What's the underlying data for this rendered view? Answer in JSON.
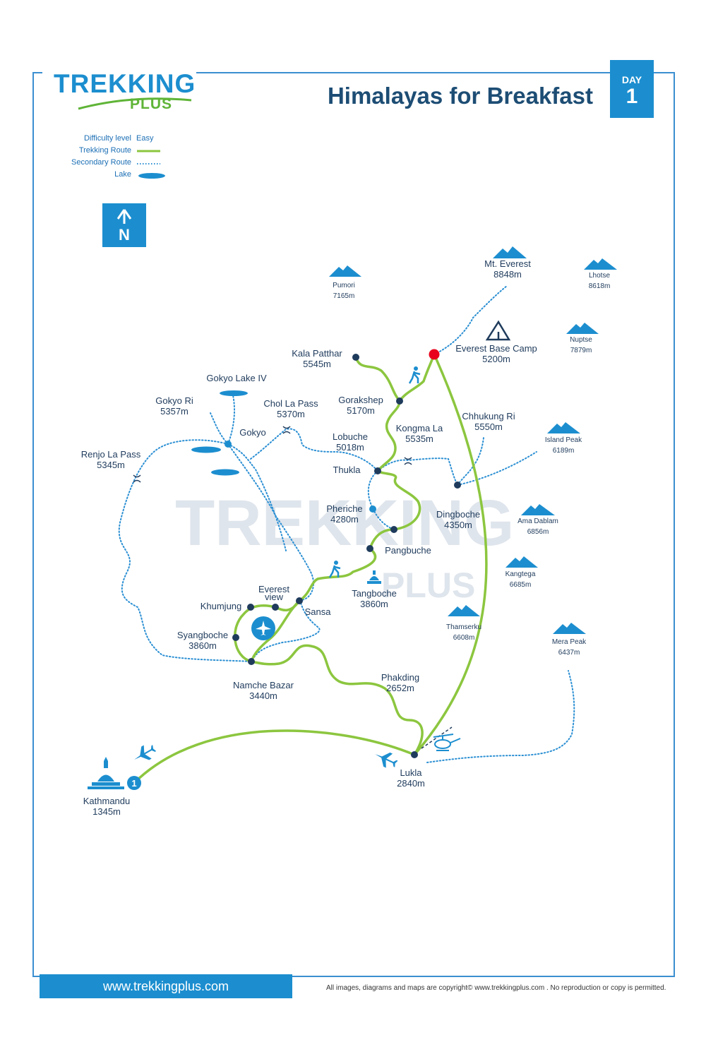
{
  "header": {
    "logo_main": "TREKKING",
    "logo_sub": "PLUS",
    "title": "Himalayas for Breakfast",
    "day_label": "DAY",
    "day_number": "1"
  },
  "legend": {
    "difficulty_label": "Difficulty level",
    "difficulty_value": "Easy",
    "trekking_route": "Trekking Route",
    "secondary_route": "Secondary Route",
    "lake": "Lake"
  },
  "compass": {
    "label": "N"
  },
  "watermark": {
    "main": "TREKKING",
    "sub": "PLUS"
  },
  "places": {
    "kala_patthar": {
      "name": "Kala Patthar",
      "alt": "5545m"
    },
    "everest_base_camp": {
      "name": "Everest Base Camp",
      "alt": "5200m"
    },
    "gorakshep": {
      "name": "Gorakshep",
      "alt": "5170m"
    },
    "gokyo_lake_iv": {
      "name": "Gokyo Lake IV"
    },
    "gokyo_ri": {
      "name": "Gokyo Ri",
      "alt": "5357m"
    },
    "chol_la_pass": {
      "name": "Chol La Pass",
      "alt": "5370m"
    },
    "gokyo": {
      "name": "Gokyo"
    },
    "kongma_la": {
      "name": "Kongma La",
      "alt": "5535m"
    },
    "chhukung_ri": {
      "name": "Chhukung Ri",
      "alt": "5550m"
    },
    "lobuche": {
      "name": "Lobuche",
      "alt": "5018m"
    },
    "renjo_la_pass": {
      "name": "Renjo La Pass",
      "alt": "5345m"
    },
    "thukla": {
      "name": "Thukla"
    },
    "pheriche": {
      "name": "Pheriche",
      "alt": "4280m"
    },
    "dingboche": {
      "name": "Dingboche",
      "alt": "4350m"
    },
    "pangbuche": {
      "name": "Pangbuche"
    },
    "everest_view": {
      "name": "Everest",
      "name2": "view"
    },
    "tangboche": {
      "name": "Tangboche",
      "alt": "3860m"
    },
    "khumjung": {
      "name": "Khumjung"
    },
    "sansa": {
      "name": "Sansa"
    },
    "syangboche": {
      "name": "Syangboche",
      "alt": "3860m"
    },
    "namche_bazar": {
      "name": "Namche Bazar",
      "alt": "3440m"
    },
    "phakding": {
      "name": "Phakding",
      "alt": "2652m"
    },
    "lukla": {
      "name": "Lukla",
      "alt": "2840m"
    },
    "kathmandu": {
      "name": "Kathmandu",
      "alt": "1345m"
    }
  },
  "stop_number": "1",
  "peaks": {
    "mt_everest": {
      "name": "Mt. Everest",
      "alt": "8848m"
    },
    "pumori": {
      "name": "Pumori",
      "alt": "7165m"
    },
    "lhotse": {
      "name": "Lhotse",
      "alt": "8618m"
    },
    "nuptse": {
      "name": "Nuptse",
      "alt": "7879m"
    },
    "island_peak": {
      "name": "Island Peak",
      "alt": "6189m"
    },
    "ama_dablam": {
      "name": "Ama Dablam",
      "alt": "6856m"
    },
    "kangtega": {
      "name": "Kangtega",
      "alt": "6685m"
    },
    "thamserku": {
      "name": "Thamserku",
      "alt": "6608m"
    },
    "mera_peak": {
      "name": "Mera Peak",
      "alt": "6437m"
    }
  },
  "footer": {
    "website": "www.trekkingplus.com",
    "copyright": "All images, diagrams and maps are copyright© www.trekkingplus.com .  No reproduction or copy is permitted."
  },
  "colors": {
    "brand_blue": "#1c8ecf",
    "route_green": "#8cc63f",
    "dark_text": "#1f3b5c",
    "destination_red": "#e8001c"
  }
}
